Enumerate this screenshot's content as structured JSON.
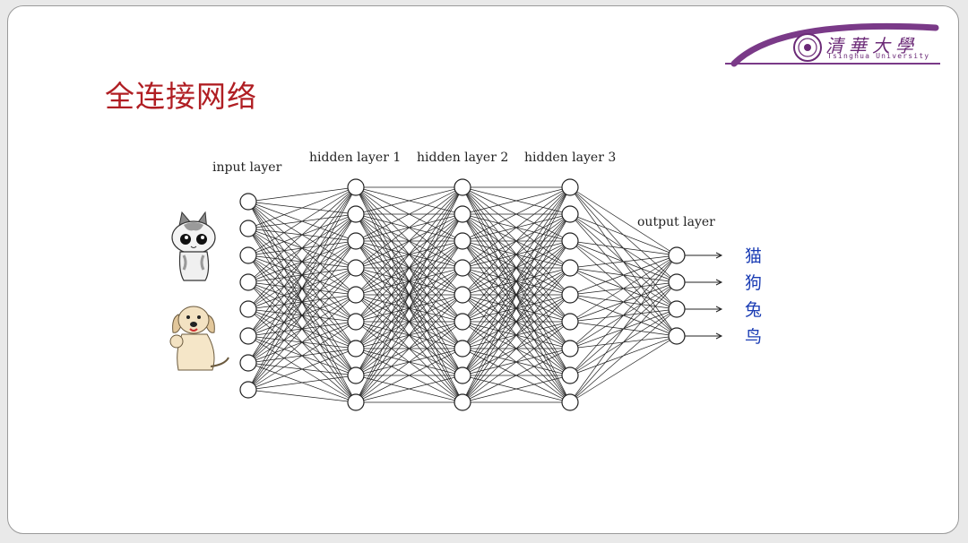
{
  "title": "全连接网络",
  "logo": {
    "name_cn": "清華大學",
    "name_en": "Tsinghua University",
    "color": "#6b2a77"
  },
  "network": {
    "layers": [
      {
        "label": "input layer",
        "nodes": 8
      },
      {
        "label": "hidden layer 1",
        "nodes": 9
      },
      {
        "label": "hidden layer 2",
        "nodes": 9
      },
      {
        "label": "hidden layer 3",
        "nodes": 9
      },
      {
        "label": "output layer",
        "nodes": 4
      }
    ],
    "outputs": [
      "猫",
      "狗",
      "兔",
      "鸟"
    ]
  },
  "images": [
    {
      "icon": "cat-illustration"
    },
    {
      "icon": "dog-illustration"
    }
  ],
  "colors": {
    "title": "#b01e23",
    "output_labels": "#1a3cb4",
    "edges": "#222222"
  }
}
